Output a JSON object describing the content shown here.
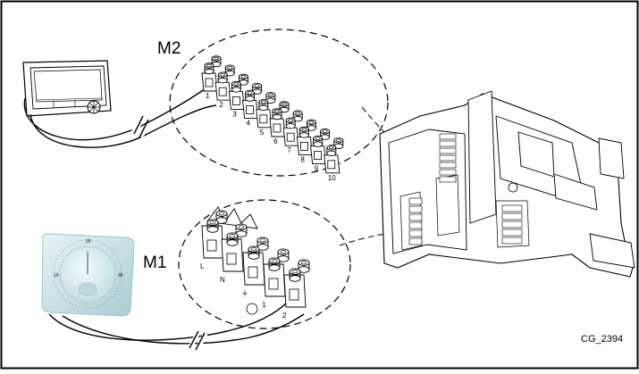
{
  "labels": {
    "m2": "M2",
    "m1": "M1",
    "code": "CG_2394"
  },
  "terminal_m2": {
    "numbers": [
      "1",
      "2",
      "3",
      "4",
      "5",
      "6",
      "7",
      "8",
      "9",
      "10"
    ]
  },
  "terminal_m1": {
    "numbers": [
      "L",
      "N",
      "⏚",
      "1",
      "2"
    ]
  },
  "thermostat_dial": {
    "marks": [
      "10",
      "20",
      "30"
    ]
  },
  "colors": {
    "line": "#000000",
    "thermostat_face": "#cfe6ea",
    "thermostat_edge": "#9fc3c9"
  }
}
